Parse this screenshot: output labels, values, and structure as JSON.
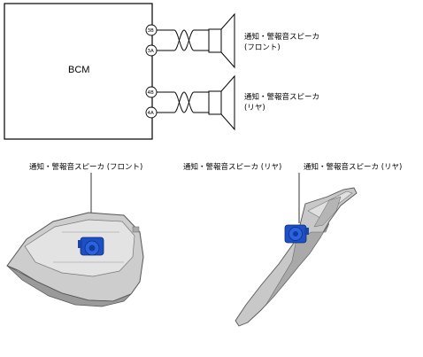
{
  "wiring": {
    "module_label": "BCM",
    "front": {
      "pins": [
        "3B",
        "3A"
      ],
      "label_line1": "通知・警報音スピーカ",
      "label_line2": "(フロント)"
    },
    "rear": {
      "pins": [
        "4B",
        "4A"
      ],
      "label_line1": "通知・警報音スピーカ",
      "label_line2": "(リヤ)"
    }
  },
  "callouts": {
    "front": "通知・警報音スピーカ (フロント)",
    "rear_1": "通知・警報音スピーカ (リヤ)",
    "rear_2": "通知・警報音スピーカ (リヤ)"
  },
  "colors": {
    "speaker_part": "#1f4fc4",
    "panel": "#c9c9c9"
  }
}
